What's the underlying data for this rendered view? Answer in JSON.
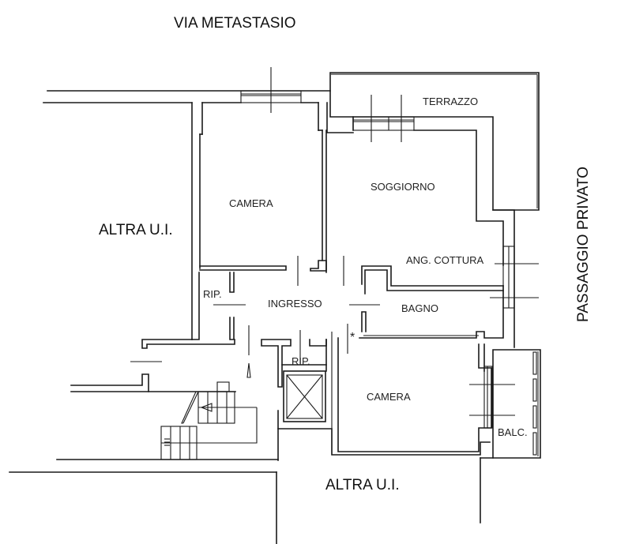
{
  "drawing": {
    "type": "floor plan",
    "line_color": "#1a1a1a",
    "background": "#ffffff"
  },
  "surroundings": {
    "street_top": "VIA METASTASIO",
    "passage_right": "PASSAGGIO PRIVATO",
    "neighbor_left": "ALTRA U.I.",
    "neighbor_bottom": "ALTRA U.I."
  },
  "rooms": {
    "camera_1": "CAMERA",
    "soggiorno": "SOGGIORNO",
    "terrazzo": "TERRAZZO",
    "angolo_cottura": "ANG. COTTURA",
    "bagno": "BAGNO",
    "ingresso": "INGRESSO",
    "ripostiglio_1": "RIP.",
    "ripostiglio_2": "RIP.",
    "camera_2": "CAMERA",
    "balcone": "BALC."
  },
  "symbols": {
    "asterisk": "*"
  }
}
